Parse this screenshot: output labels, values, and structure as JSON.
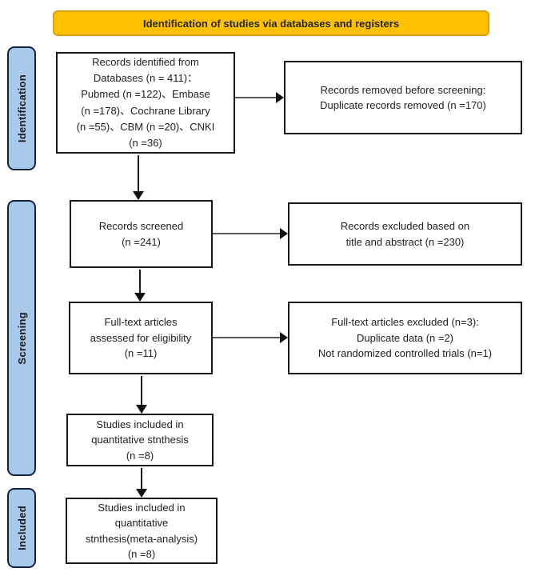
{
  "banner": {
    "label": "Identification of studies via databases and registers"
  },
  "sidebar_stages": {
    "identification": "Identification",
    "screening": "Screening",
    "included": "Included"
  },
  "flow_boxes": {
    "records_identified": "Records identified from\nDatabases (n = 411)：\nPubmed (n =122)、Embase\n(n =178)、Cochrane Library\n(n =55)、CBM (n =20)、CNKI\n(n =36)",
    "records_removed": "Records removed before screening:\nDuplicate records removed  (n =170)",
    "records_screened": "Records screened\n(n =241)",
    "records_excluded": "Records excluded based on\ntitle and abstract (n =230)",
    "fulltext_assessed": "Full-text articles\nassessed for eligibility\n(n =11)",
    "fulltext_excluded": "Full-text articles excluded (n=3):\nDuplicate data (n =2)\nNot randomized controlled trials (n=1)",
    "quantitative_synthesis": "Studies included in\nquantitative stnthesis\n(n =8)",
    "meta_analysis": "Studies included in\nquantitative\nstnthesis(meta-analysis)\n(n =8)"
  },
  "colors": {
    "banner_bg": "#FFC000",
    "banner_border": "#DFA000",
    "stage_bar_bg": "#A8C9E9",
    "stage_bar_border": "#10243E",
    "box_border": "#1A1A1A",
    "arrow_black": "#111111",
    "connector_gray": "#595959"
  }
}
